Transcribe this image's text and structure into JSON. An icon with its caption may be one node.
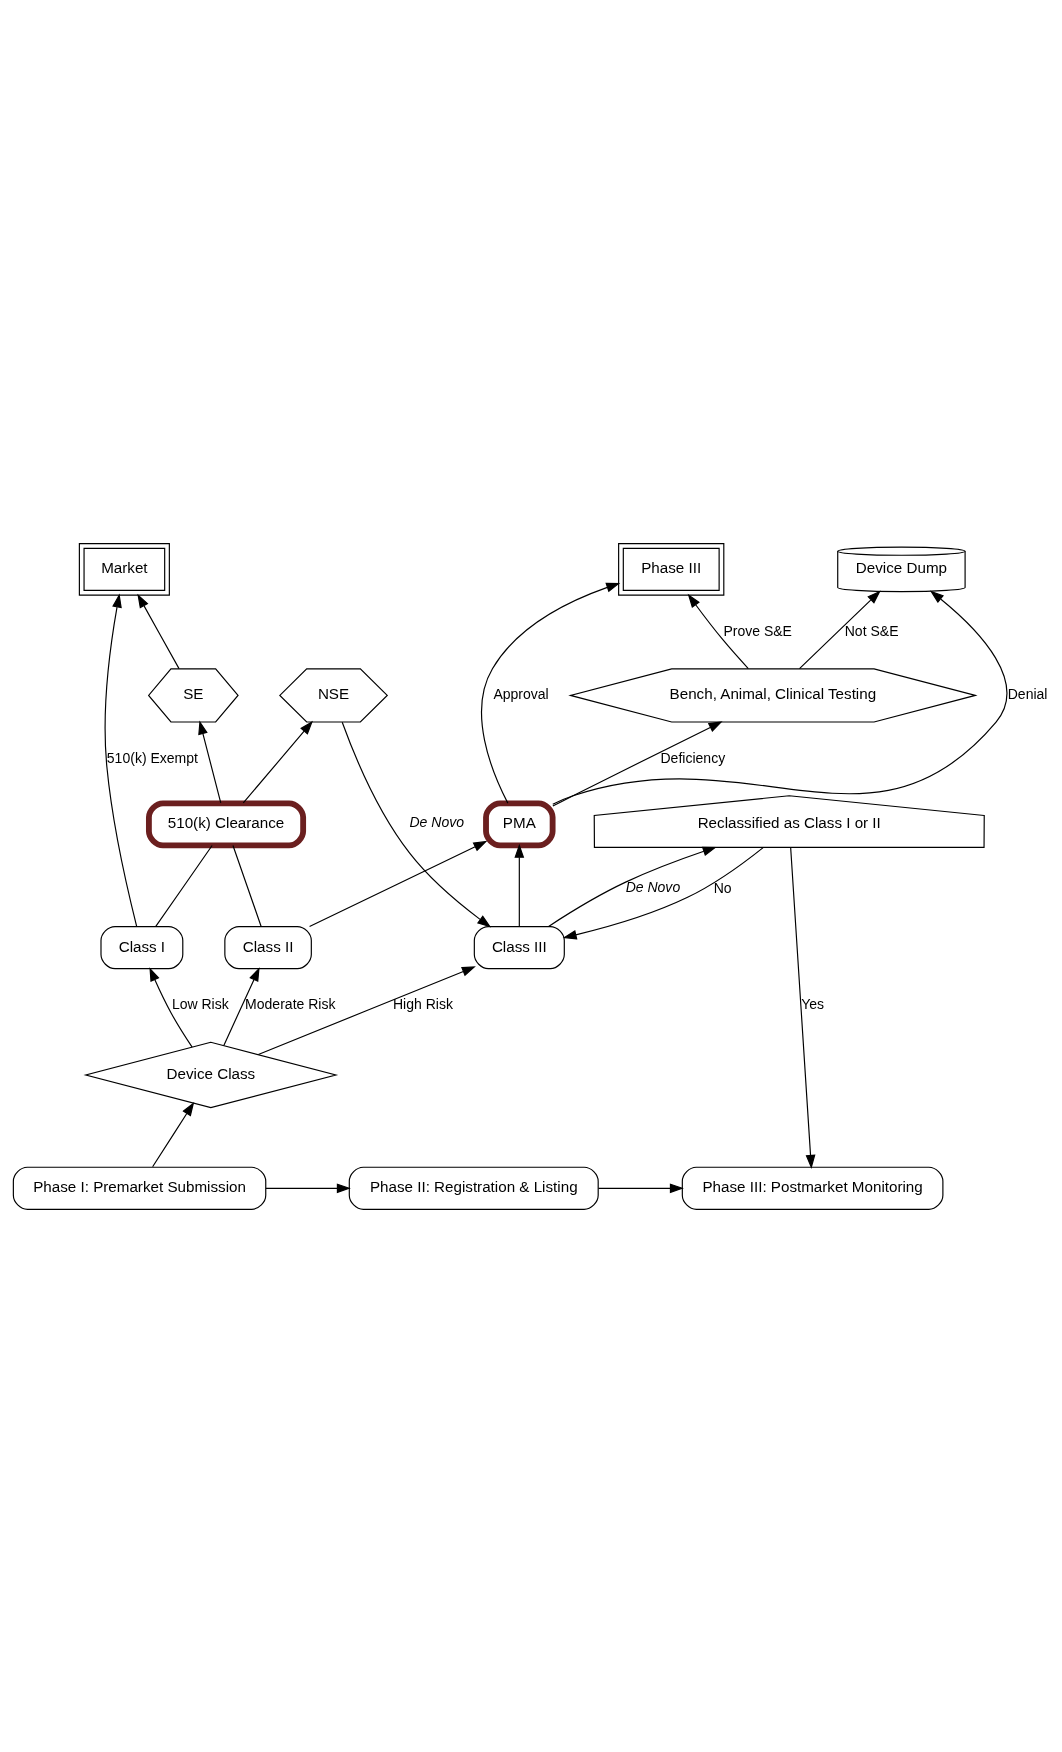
{
  "diagram": {
    "nodes": [
      {
        "text": [
          "Phase I: Premarket Submission"
        ]
      },
      {
        "text": [
          "Phase II: Registration & Listing"
        ]
      },
      {
        "text": [
          "Phase III: Postmarket Monitoring"
        ]
      },
      {
        "text": [
          "Device Class"
        ]
      },
      {
        "text": [
          "Class I"
        ]
      },
      {
        "text": [
          "Class II"
        ]
      },
      {
        "text": [
          "Class III"
        ]
      },
      {
        "text": [
          "Reclassified as Class I or II"
        ]
      },
      {
        "text": [
          "510(k) Clearance"
        ]
      },
      {
        "text": [
          "PMA"
        ]
      },
      {
        "text": [
          "SE"
        ]
      },
      {
        "text": [
          "NSE"
        ]
      },
      {
        "text": [
          "Bench, Animal, Clinical Testing"
        ]
      },
      {
        "text": [
          "Market"
        ]
      },
      {
        "text": [
          "Phase III"
        ]
      },
      {
        "text": [
          "Device Dump"
        ]
      }
    ],
    "edges": [
      {
        "from": 0,
        "to": 1,
        "arrow": "to"
      },
      {
        "from": 1,
        "to": 2,
        "arrow": "to"
      },
      {
        "from": 0,
        "to": 3,
        "arrow": "to"
      },
      {
        "from": 3,
        "to": 4,
        "arrow": "to",
        "label": "Low Risk"
      },
      {
        "from": 3,
        "to": 5,
        "arrow": "to",
        "label": "Moderate Risk"
      },
      {
        "from": 3,
        "to": 6,
        "arrow": "to",
        "label": "High Risk"
      },
      {
        "from": 4,
        "to": 13,
        "arrow": "to",
        "label": "510(k) Exempt"
      },
      {
        "from": 4,
        "to": 8,
        "arrow": "none"
      },
      {
        "from": 5,
        "to": 8,
        "arrow": "none"
      },
      {
        "from": 5,
        "to": 9,
        "arrow": "to"
      },
      {
        "from": 6,
        "to": 9,
        "arrow": "to"
      },
      {
        "from": 8,
        "to": 10,
        "arrow": "to"
      },
      {
        "from": 8,
        "to": 11,
        "arrow": "to"
      },
      {
        "from": 10,
        "to": 13,
        "arrow": "to"
      },
      {
        "from": 11,
        "to": 6,
        "arrow": "to",
        "label": "De Novo"
      },
      {
        "from": 9,
        "to": 14,
        "arrow": "to",
        "label": "Approval"
      },
      {
        "from": 9,
        "to": 12,
        "arrow": "to",
        "label": "Deficiency"
      },
      {
        "from": 9,
        "to": 15,
        "arrow": "to",
        "label": "Denial"
      },
      {
        "from": 12,
        "to": 14,
        "arrow": "to",
        "label": "Prove S&E"
      },
      {
        "from": 12,
        "to": 15,
        "arrow": "to",
        "label": "Not S&E"
      },
      {
        "from": 6,
        "to": 7,
        "arrow": "to",
        "label": "De Novo"
      },
      {
        "from": 7,
        "to": 6,
        "arrow": "to",
        "label": "No"
      },
      {
        "from": 7,
        "to": 2,
        "arrow": "to",
        "label": "Yes"
      }
    ]
  }
}
